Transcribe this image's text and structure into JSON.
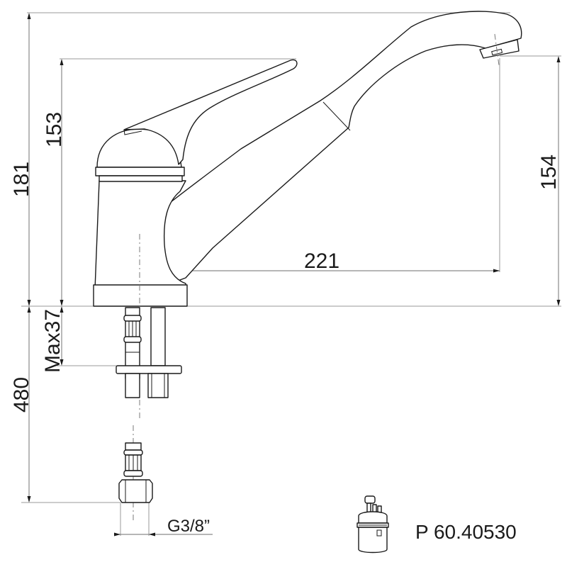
{
  "drawing": {
    "type": "technical-drawing",
    "subject": "single-lever kitchen faucet with swivel spout",
    "units": "mm",
    "colors": {
      "line": "#1a1a1a",
      "dimension_line": "#8a8a8a",
      "background": "#ffffff"
    }
  },
  "dimensions": {
    "overall_height": {
      "label": "181",
      "orientation": "vertical"
    },
    "lever_height": {
      "label": "153",
      "orientation": "vertical"
    },
    "spout_outlet_height": {
      "label": "154",
      "orientation": "vertical"
    },
    "spout_reach": {
      "label": "221",
      "orientation": "horizontal"
    },
    "max_deck_thickness": {
      "label": "Max37",
      "orientation": "vertical"
    },
    "hose_length": {
      "label": "480",
      "orientation": "vertical"
    },
    "connection_thread": {
      "label": "G3/8”",
      "orientation": "horizontal"
    }
  },
  "cartridge": {
    "icon": "cartridge-icon",
    "part_number": "P 60.40530"
  }
}
